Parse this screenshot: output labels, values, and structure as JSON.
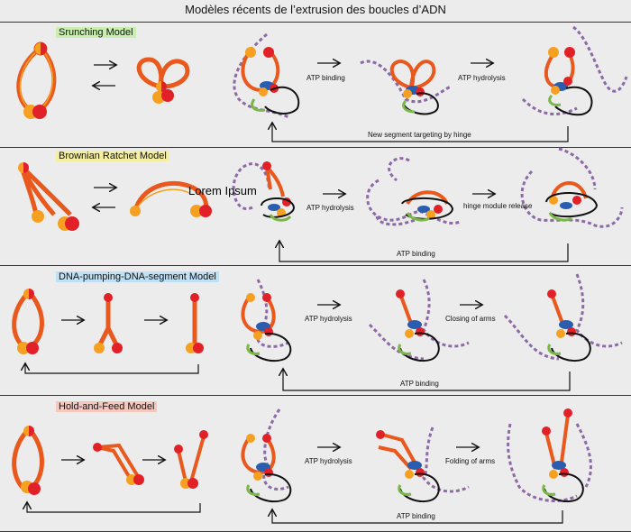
{
  "title": "Modèles récents de l’extrusion des boucles d’ADN",
  "colors": {
    "arm": "#e9581d",
    "armLight": "#f5a020",
    "head": "#e12027",
    "dna": "#8c6aa6",
    "blue": "#2a5db0",
    "green": "#7ab648",
    "bg": "#ececec"
  },
  "overlay_text": "Lorem Ipsum",
  "panels": [
    {
      "model": "Srunching Model",
      "highlight": "#c8efb0",
      "steps": [
        "ATP binding",
        "ATP hydrolysis"
      ],
      "bottom": "New segment targeting by hinge"
    },
    {
      "model": "Brownian Ratchet Model",
      "highlight": "#f4f0a0",
      "steps": [
        "ATP hydrolysis",
        "hinge module release"
      ],
      "bottom": "ATP binding"
    },
    {
      "model": "DNA-pumping-DNA-segment Model",
      "highlight": "#bfe0f5",
      "steps": [
        "ATP hydrolysis",
        "Closing of arms"
      ],
      "bottom": "ATP binding"
    },
    {
      "model": "Hold-and-Feed Model",
      "highlight": "#f6c7bd",
      "steps": [
        "ATP hydrolysis",
        "Folding of arms"
      ],
      "bottom": "ATP binding"
    }
  ]
}
